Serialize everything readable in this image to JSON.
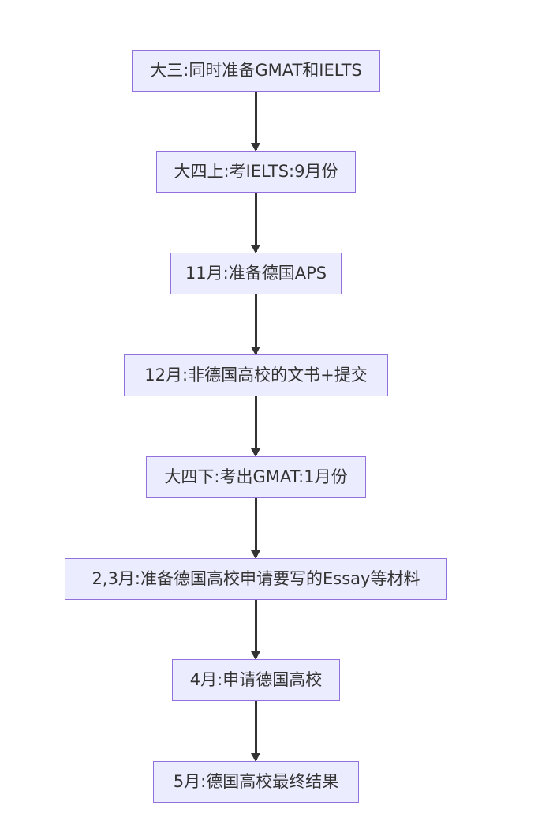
{
  "flowchart": {
    "steps": [
      {
        "label": "大三:同时准备GMAT和IELTS"
      },
      {
        "label": "大四上:考IELTS:9月份"
      },
      {
        "label": "11月:准备德国APS"
      },
      {
        "label": "12月:非德国高校的文书+提交"
      },
      {
        "label": "大四下:考出GMAT:1月份"
      },
      {
        "label": "2,3月:准备德国高校申请要写的Essay等材料"
      },
      {
        "label": "4月:申请德国高校"
      },
      {
        "label": "5月:德国高校最终结果"
      }
    ]
  },
  "colors": {
    "node_fill": "#ececff",
    "node_border": "#9370db",
    "edge": "#333333",
    "text": "#333333"
  }
}
